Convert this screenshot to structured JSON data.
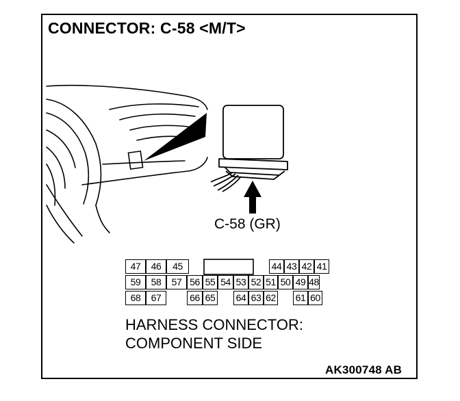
{
  "title": "CONNECTOR: C-58 <M/T>",
  "callout_label": "C-58 (GR)",
  "caption": {
    "line1": "HARNESS CONNECTOR:",
    "line2": "COMPONENT SIDE"
  },
  "doc_id": "AK300748 AB",
  "connector": {
    "rows": [
      [
        "47",
        "46",
        "45",
        "",
        "",
        "",
        "",
        "",
        "",
        "44",
        "43",
        "42",
        "41"
      ],
      [
        "59",
        "58",
        "57",
        "56",
        "55",
        "54",
        "53",
        "52",
        "51",
        "50",
        "49",
        "48"
      ],
      [
        "68",
        "67",
        "",
        "66",
        "65",
        "",
        "64",
        "63",
        "62",
        "",
        "61",
        "60"
      ]
    ]
  }
}
